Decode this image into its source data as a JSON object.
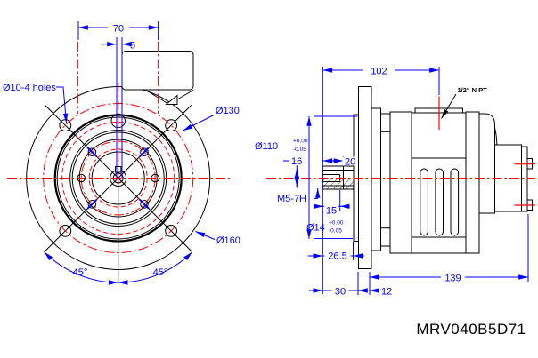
{
  "title": "MRV040B5D71",
  "colors": {
    "geometry": "#000000",
    "centerline": "#ff0000",
    "dimension": "#0000ff"
  },
  "front": {
    "dim70": "70",
    "dim5": "5",
    "holes_label": "Ø10-4 holes",
    "bolt_circle": "Ø130",
    "outer_dia": "Ø160",
    "angle_left": "45°",
    "angle_right": "45°"
  },
  "side": {
    "dim102": "102",
    "npt_label": "1/2\" N PT",
    "pilot_dia": "Ø110",
    "pilot_tol_up": "+0.00",
    "pilot_tol_dn": "-0.05",
    "dim16": "16",
    "dim20": "20",
    "thread_label": "M5-7H",
    "dim15": "15",
    "bore_dia": "Ø14",
    "bore_tol_up": "+0.00",
    "bore_tol_dn": "-0.05",
    "dim26_5": "26.5",
    "dim30": "30",
    "dim12": "12",
    "dim139": "139"
  }
}
